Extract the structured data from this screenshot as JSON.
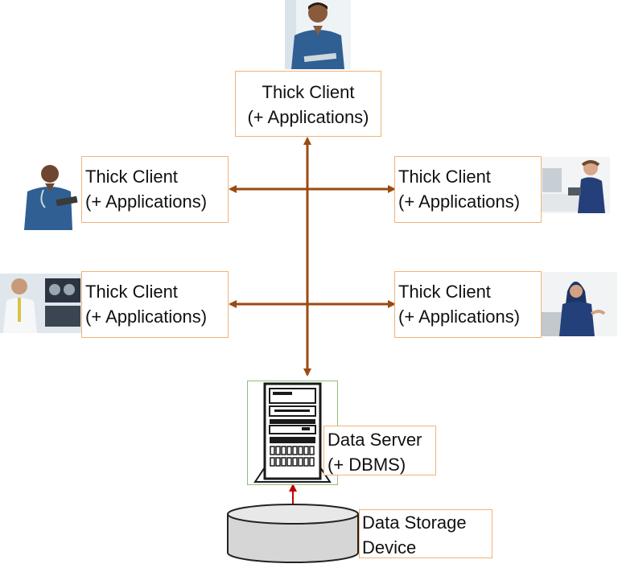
{
  "colors": {
    "arrow": "#9c4a10",
    "storage_arrow": "#c00000",
    "box_border": "#f2b27a",
    "server_border": "#8fbf7a"
  },
  "clients": {
    "top": {
      "line1": "Thick Client",
      "line2": "(+ Applications)"
    },
    "middle_left": {
      "line1": "Thick Client",
      "line2": "(+ Applications)"
    },
    "middle_right": {
      "line1": "Thick Client",
      "line2": "(+ Applications)"
    },
    "lower_left": {
      "line1": "Thick Client",
      "line2": "(+ Applications)"
    },
    "lower_right": {
      "line1": "Thick Client",
      "line2": "(+ Applications)"
    }
  },
  "server": {
    "line1": "Data Server",
    "line2": "(+ DBMS)",
    "icon": "server-tower-icon"
  },
  "storage": {
    "line1": "Data Storage",
    "line2": "Device",
    "icon": "database-cylinder-icon"
  },
  "people": [
    "nurse-with-tablet-photo",
    "doctor-with-tablet-photo",
    "receptionist-with-headset-photo",
    "radiologist-photo",
    "woman-in-hijab-photo"
  ]
}
